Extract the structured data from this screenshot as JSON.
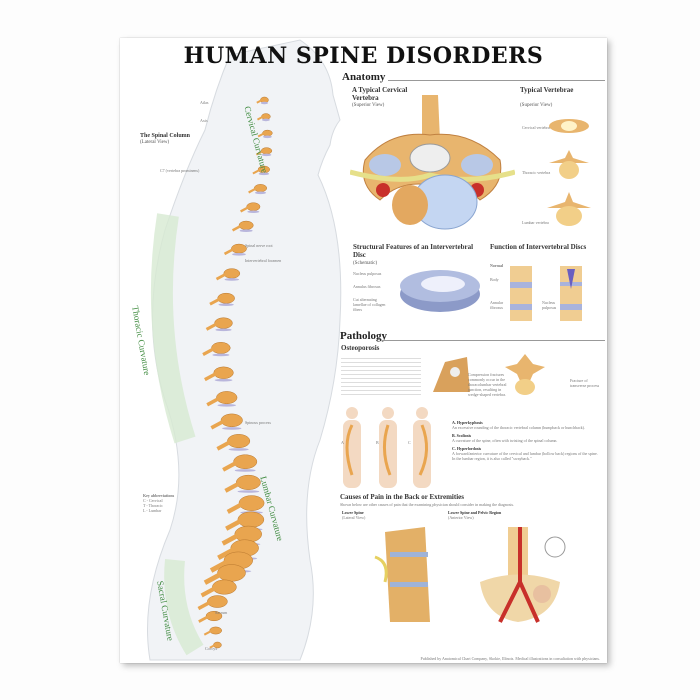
{
  "title": "HUMAN SPINE DISORDERS",
  "left": {
    "spinal_column_title": "The Spinal Column",
    "spinal_column_view": "(Lateral View)",
    "curvatures": [
      "Cervical Curvature",
      "Thoracic Curvature",
      "Lumbar Curvature",
      "Sacral Curvature"
    ],
    "labels": [
      "Atlas",
      "Axis",
      "C7 (vertebra prominens)",
      "Spinal nerve root",
      "Intervertebral foramen",
      "Spinous process",
      "Sacrum",
      "Coccyx"
    ],
    "key_title": "Key abbreviations",
    "key_items": [
      "C - Cervical",
      "T - Thoracic",
      "L - Lumbar"
    ]
  },
  "anatomy": {
    "heading": "Anatomy",
    "cervical_title": "A Typical Cervical Vertebra",
    "cervical_view": "(Superior View)",
    "typical_title": "Typical Vertebrae",
    "typical_view": "(Superior View)",
    "typical_labels": [
      "Cervical vertebra",
      "Thoracic vertebra",
      "Lumbar vertebra"
    ],
    "disc_title": "Structural Features of an Intervertebral Disc",
    "disc_view": "(Schematic)",
    "disc_labels": [
      "Nucleus pulposus",
      "Annulus fibrosus",
      "Cut alternating lamellae of collagen fibers"
    ],
    "function_title": "Function of Intervertebral Discs",
    "function_labels": [
      "Normal",
      "Body",
      "Annular fibrosus",
      "Nucleus pulposus"
    ]
  },
  "pathology": {
    "heading": "Pathology",
    "osteoporosis_title": "Osteoporosis",
    "osteoporosis_note": "Compression fractures commonly occur in the thoracolumbar vertebral junction, resulting in wedge-shaped vertebra.",
    "fracture_note": "Fracture of transverse process",
    "posture_letters": [
      "A",
      "B",
      "C"
    ],
    "conditions": [
      {
        "title": "A. Hyperkyphosis",
        "text": "An excessive rounding of the thoracic vertebral column (humpback or hunchback)."
      },
      {
        "title": "B. Scoliosis",
        "text": "A curvature of the spine, often with twisting of the spinal column."
      },
      {
        "title": "C. Hyperlordosis",
        "text": "A forward/anterior curvature of the cervical and lumbar (hollow back) regions of the spine. In the lumbar region, it is also called \"swayback.\""
      }
    ]
  },
  "causes": {
    "heading": "Causes of Pain in the Back or Extremities",
    "intro": "Shown below are other causes of pain that the examining physician should consider in making the diagnosis.",
    "lower_spine_title": "Lower Spine",
    "lower_spine_view": "(Lateral View)",
    "pelvic_title": "Lower Spine and Pelvic Region",
    "pelvic_view": "(Anterior View)"
  },
  "footer": "Published by Anatomical Chart Company, Skokie, Illinois. Medical illustrations in consultation with physicians.",
  "colors": {
    "bone": "#e9a54f",
    "disc": "#b9b6dc",
    "curvature": "#3d8a3d",
    "artery": "#c8302a"
  }
}
